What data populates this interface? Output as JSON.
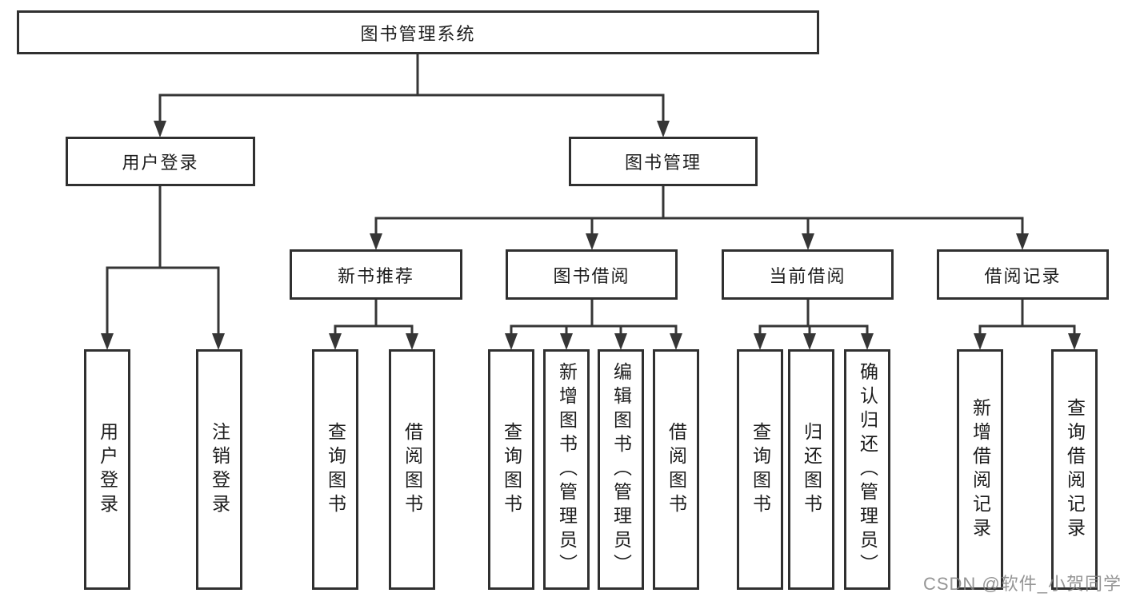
{
  "diagram": {
    "root": {
      "label": "图书管理系统",
      "children": [
        {
          "label": "用户登录",
          "children": [
            {
              "label": "用户登录"
            },
            {
              "label": "注销登录"
            }
          ]
        },
        {
          "label": "图书管理",
          "children": [
            {
              "label": "新书推荐",
              "children": [
                {
                  "label": "查询图书"
                },
                {
                  "label": "借阅图书"
                }
              ]
            },
            {
              "label": "图书借阅",
              "children": [
                {
                  "label": "查询图书"
                },
                {
                  "label": "新增图书（管理员）"
                },
                {
                  "label": "编辑图书（管理员）"
                },
                {
                  "label": "借阅图书"
                }
              ]
            },
            {
              "label": "当前借阅",
              "children": [
                {
                  "label": "查询图书"
                },
                {
                  "label": "归还图书"
                },
                {
                  "label": "确认归还（管理员）"
                }
              ]
            },
            {
              "label": "借阅记录",
              "children": [
                {
                  "label": "新增借阅记录"
                },
                {
                  "label": "查询借阅记录"
                }
              ]
            }
          ]
        }
      ]
    }
  },
  "watermark": {
    "text": "CSDN @软件_小贺同学"
  },
  "colors": {
    "line": "#363636",
    "box_border": "#303030",
    "text": "#1c1c1c",
    "background": "#ffffff",
    "watermark": "#828282"
  }
}
